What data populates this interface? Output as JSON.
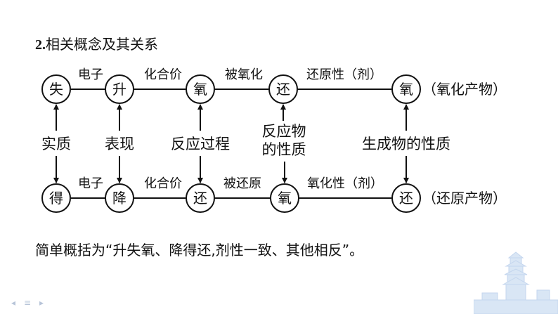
{
  "heading": {
    "number": "2.",
    "text": "相关概念及其关系"
  },
  "diagram": {
    "top_row": {
      "nodes": [
        "失",
        "升",
        "氧",
        "还",
        "氧"
      ],
      "edges": [
        "电子",
        "化合价",
        "被氧化",
        "还原性（剂）"
      ],
      "tail": "（氧化产物）"
    },
    "middle_labels": {
      "col1": [
        "实质"
      ],
      "col2": [
        "表现"
      ],
      "col3": [
        "反应过程"
      ],
      "col4": [
        "反应物",
        "的性质"
      ],
      "col5": [
        "生成物的性质"
      ]
    },
    "bottom_row": {
      "nodes": [
        "得",
        "降",
        "还",
        "氧",
        "还"
      ],
      "edges": [
        "电子",
        "化合价",
        "被还原",
        "氧化性（剂）"
      ],
      "tail": "（还原产物）"
    }
  },
  "summary": "简单概括为“升失氧、降得还,剂性一致、其他相反”。",
  "colors": {
    "stroke": "#111111",
    "background": "#ffffff",
    "nav": "#b7c4d8",
    "tower": "#d9e6f5"
  },
  "nav_icons": [
    "prev-arrow-icon",
    "list-icon",
    "next-arrow-icon"
  ]
}
